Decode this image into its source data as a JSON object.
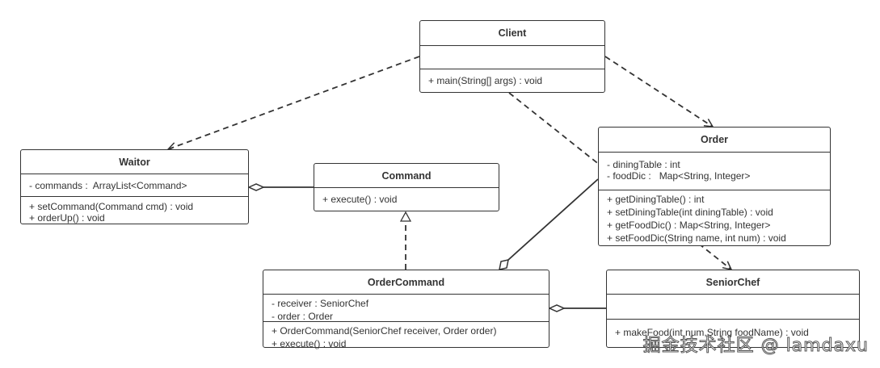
{
  "classes": {
    "client": {
      "name": "Client",
      "attributes": [],
      "methods": [
        "+ main(String[] args) : void"
      ]
    },
    "waitor": {
      "name": "Waitor",
      "attributes": [
        "- commands :  ArrayList<Command>"
      ],
      "methods": [
        "+ setCommand(Command cmd) : void",
        "+ orderUp() : void"
      ]
    },
    "command": {
      "name": "Command",
      "methods": [
        "+ execute() : void"
      ]
    },
    "order": {
      "name": "Order",
      "attributes": [
        "- diningTable : int",
        "- foodDic :   Map<String, Integer>"
      ],
      "methods": [
        "+ getDiningTable() : int",
        "+ setDiningTable(int diningTable) : void",
        "+ getFoodDic() : Map<String, Integer>",
        "+ setFoodDic(String name, int num) : void"
      ]
    },
    "orderCommand": {
      "name": "OrderCommand",
      "attributes": [
        "- receiver : SeniorChef",
        "- order : Order"
      ],
      "methods": [
        "+ OrderCommand(SeniorChef receiver, Order order)",
        "+ execute() : void"
      ]
    },
    "seniorChef": {
      "name": "SeniorChef",
      "attributes": [],
      "methods": [
        "+ makeFood(int num,String foodName) : void"
      ]
    }
  },
  "relations": [
    {
      "from": "Client",
      "to": "Waitor",
      "type": "dependency"
    },
    {
      "from": "Client",
      "to": "Order",
      "type": "dependency"
    },
    {
      "from": "Client",
      "to": "SeniorChef",
      "type": "dependency"
    },
    {
      "from": "OrderCommand",
      "to": "Command",
      "type": "realization"
    },
    {
      "from": "Waitor",
      "to": "Command",
      "type": "aggregation"
    },
    {
      "from": "OrderCommand",
      "to": "Order",
      "type": "aggregation"
    },
    {
      "from": "OrderCommand",
      "to": "SeniorChef",
      "type": "aggregation"
    }
  ],
  "watermark": "掘金技术社区 @ lamdaxu"
}
